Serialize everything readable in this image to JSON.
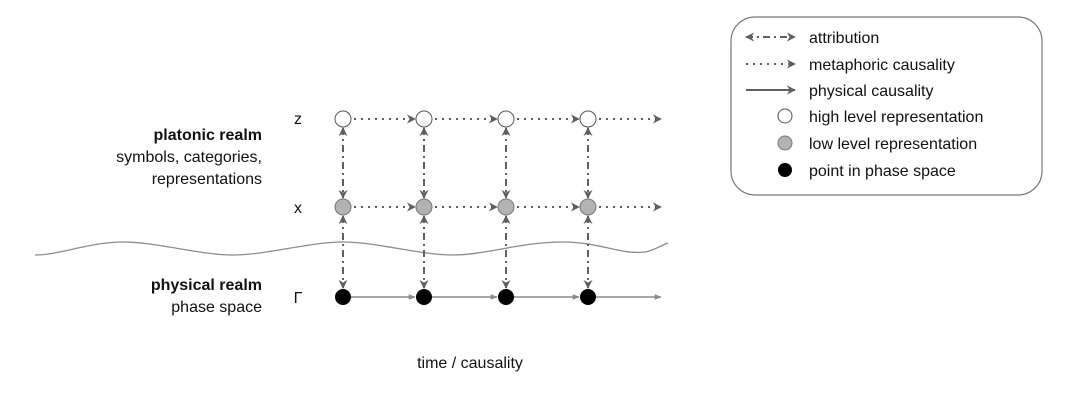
{
  "realms": {
    "platonic": {
      "title": "platonic realm",
      "line1": "symbols, categories,",
      "line2": "representations"
    },
    "physical": {
      "title": "physical realm",
      "line1": "phase space"
    }
  },
  "rows": {
    "z": "z",
    "x": "x",
    "gamma": "Γ"
  },
  "axis_label": "time / causality",
  "legend": [
    {
      "icon": "attribution-arrow-icon",
      "label": "attribution"
    },
    {
      "icon": "metaphoric-arrow-icon",
      "label": "metaphoric causality"
    },
    {
      "icon": "physical-arrow-icon",
      "label": "physical causality"
    },
    {
      "icon": "white-circle-icon",
      "label": "high level representation"
    },
    {
      "icon": "gray-circle-icon",
      "label": "low level representation"
    },
    {
      "icon": "black-circle-icon",
      "label": "point in phase space"
    }
  ],
  "colors": {
    "arrow": "#5f5f5f",
    "high": "#ffffff",
    "low": "#b3b3b3",
    "phase": "#000000",
    "wave": "#8c8c8c"
  }
}
